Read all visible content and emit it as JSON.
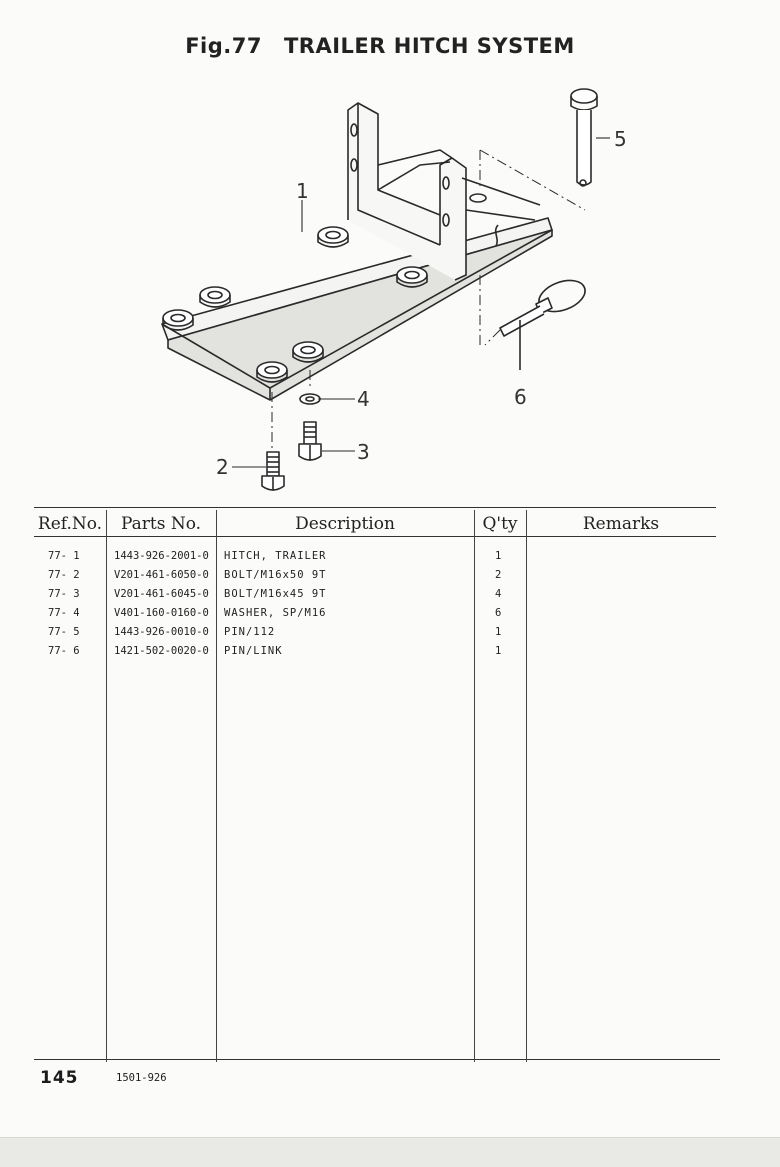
{
  "header": {
    "fig_label": "Fig.77",
    "title": "TRAILER HITCH SYSTEM"
  },
  "diagram": {
    "callouts": [
      "1",
      "2",
      "3",
      "4",
      "5",
      "6"
    ]
  },
  "table": {
    "columns": [
      "Ref.No.",
      "Parts No.",
      "Description",
      "Q'ty",
      "Remarks"
    ],
    "rows": [
      {
        "ref": "77- 1",
        "part_no": "1443-926-2001-0",
        "description": "HITCH, TRAILER",
        "qty": "1",
        "remarks": ""
      },
      {
        "ref": "77- 2",
        "part_no": "V201-461-6050-0",
        "description": "BOLT/M16x50 9T",
        "qty": "2",
        "remarks": ""
      },
      {
        "ref": "77- 3",
        "part_no": "V201-461-6045-0",
        "description": "BOLT/M16x45 9T",
        "qty": "4",
        "remarks": ""
      },
      {
        "ref": "77- 4",
        "part_no": "V401-160-0160-0",
        "description": "WASHER, SP/M16",
        "qty": "6",
        "remarks": ""
      },
      {
        "ref": "77- 5",
        "part_no": "1443-926-0010-0",
        "description": "PIN/112",
        "qty": "1",
        "remarks": ""
      },
      {
        "ref": "77- 6",
        "part_no": "1421-502-0020-0",
        "description": "PIN/LINK",
        "qty": "1",
        "remarks": ""
      }
    ]
  },
  "footer": {
    "page_number": "145",
    "model_code": "1501-926"
  }
}
